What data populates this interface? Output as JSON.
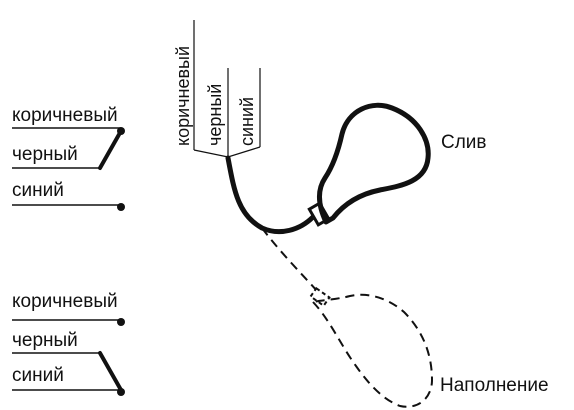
{
  "top_switch": {
    "wire1": "коричневый",
    "wire2": "черный",
    "wire3": "синий"
  },
  "bottom_switch": {
    "wire1": "коричневый",
    "wire2": "черный",
    "wire3": "синий"
  },
  "cable": {
    "wire1": "коричневый",
    "wire2": "черный",
    "wire3": "синий"
  },
  "positions": {
    "drain": "Слив",
    "fill": "Наполнение"
  }
}
